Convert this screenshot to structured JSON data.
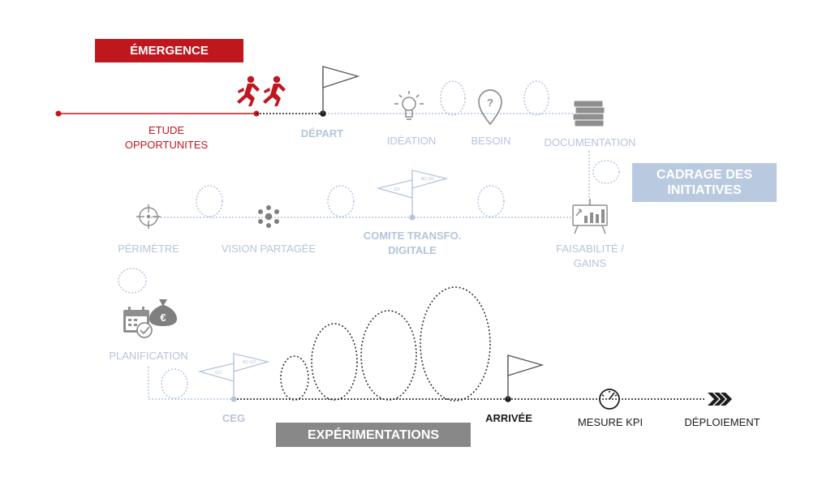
{
  "phases": {
    "emergence": "ÉMERGENCE",
    "cadrage": "CADRAGE DES INITIATIVES",
    "experimentations": "EXPÉRIMENTATIONS"
  },
  "steps": {
    "etude": "ETUDE OPPORTUNITES",
    "depart": "DÉPART",
    "ideation": "IDÉATION",
    "besoin": "BESOIN",
    "documentation": "DOCUMENTATION",
    "faisabilite": "FAISABILITÉ / GAINS",
    "comite": "COMITE TRANSFO. DIGITALE",
    "vision": "VISION PARTAGÉE",
    "perimetre": "PÉRIMÈTRE",
    "planification": "PLANIFICATION",
    "ceg": "CEG",
    "arrivee": "ARRIVÉE",
    "mesure_kpi": "MESURE KPI",
    "deploiement": "DÉPLOIEMENT"
  },
  "flag_marks": {
    "go": "GO",
    "no_go": "NO GO"
  },
  "icons": {
    "runners": "runners-icon",
    "flag": "flag-icon",
    "lightbulb": "lightbulb-icon",
    "location": "location-question-icon",
    "books": "books-icon",
    "chart_board": "chart-board-icon",
    "target": "target-icon",
    "molecule": "molecule-icon",
    "calendar": "calendar-icon",
    "money_bag": "money-bag-icon",
    "speedometer": "speedometer-icon",
    "chevrons": "chevrons-icon"
  },
  "colors": {
    "red": "#c0171f",
    "pale_blue": "#b4c5db",
    "phase_blue": "#b9c9df",
    "grey": "#888888",
    "dark": "#1c1c1c"
  }
}
